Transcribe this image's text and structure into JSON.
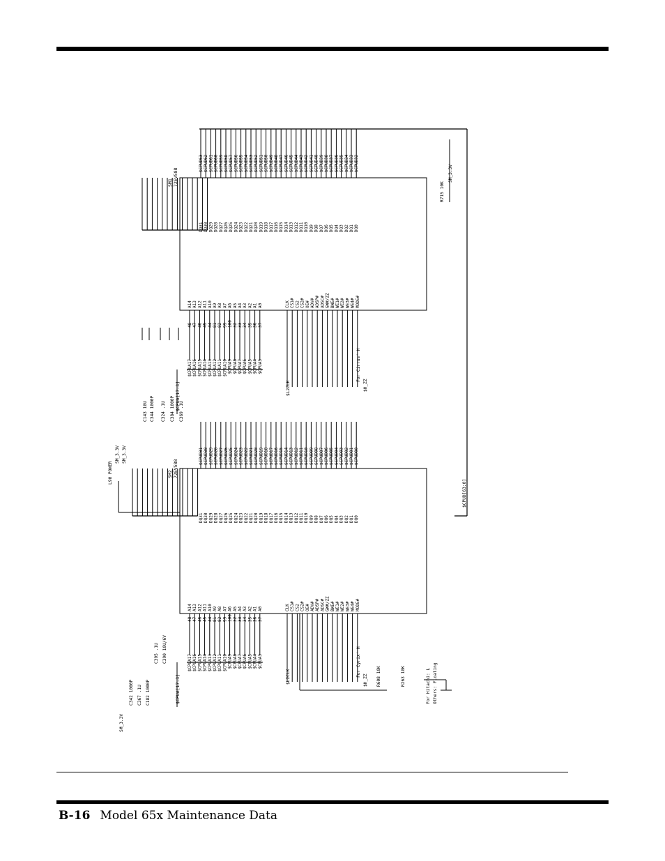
{
  "footer": {
    "page_number": "B-16",
    "title": "Model 65x Maintenance Data"
  },
  "schematic": {
    "chip1": {
      "ref": "SM1",
      "part": "72EV588",
      "left_pins": [
        {
          "pin": "48",
          "name": "A14",
          "net": "$CPUA17"
        },
        {
          "pin": "47",
          "name": "A13",
          "net": "$CPUA16"
        },
        {
          "pin": "46",
          "name": "A12",
          "net": "$CPUA15"
        },
        {
          "pin": "45",
          "name": "A11",
          "net": "$CPUA14"
        },
        {
          "pin": "44",
          "name": "A10",
          "net": "$CPUA13"
        },
        {
          "pin": "81",
          "name": "A9",
          "net": "$CPUA12"
        },
        {
          "pin": "82",
          "name": "A8",
          "net": "$CPUA11"
        },
        {
          "pin": "99",
          "name": "A7",
          "net": "$CPUA10"
        },
        {
          "pin": "100",
          "name": "A6",
          "net": "$CPUA9"
        },
        {
          "pin": "32",
          "name": "A5",
          "net": "$CPUA8"
        },
        {
          "pin": "33",
          "name": "A4",
          "net": "$CPUA7"
        },
        {
          "pin": "34",
          "name": "A3",
          "net": "$CPUA6"
        },
        {
          "pin": "35",
          "name": "A2",
          "net": "$CPUA5"
        },
        {
          "pin": "36",
          "name": "A1",
          "net": "$CPUA4"
        },
        {
          "pin": "37",
          "name": "A0",
          "net": "$CPUA3"
        }
      ],
      "ctrl_pins": [
        "CLK",
        "CS1#",
        "CS2",
        "CS2#",
        "OE#",
        "ADV#",
        "ADSP#",
        "ADSC#",
        "GW#/ZZ",
        "BWE#",
        "WE1#",
        "WE2#",
        "WE3#",
        "WE4#",
        "MODE#"
      ],
      "right_pins": [
        {
          "name": "DQ31",
          "net": "$CPUD63"
        },
        {
          "name": "DQ30",
          "net": "$CPUD62"
        },
        {
          "name": "DQ29",
          "net": "$CPUD61"
        },
        {
          "name": "DQ28",
          "net": "$CPUD60"
        },
        {
          "name": "DQ27",
          "net": "$CPUD59"
        },
        {
          "name": "DQ26",
          "net": "$CPUD58"
        },
        {
          "name": "DQ25",
          "net": "$CPUD57"
        },
        {
          "name": "DQ24",
          "net": "$CPUD56"
        },
        {
          "name": "DQ23",
          "net": "$CPUD55"
        },
        {
          "name": "DQ22",
          "net": "$CPUD54"
        },
        {
          "name": "DQ21",
          "net": "$CPUD53"
        },
        {
          "name": "DQ20",
          "net": "$CPUD52"
        },
        {
          "name": "DQ19",
          "net": "$CPUD51"
        },
        {
          "name": "DQ18",
          "net": "$CPUD50"
        },
        {
          "name": "DQ17",
          "net": "$CPUD49"
        },
        {
          "name": "DQ16",
          "net": "$CPUD48"
        },
        {
          "name": "DQ15",
          "net": "$CPUD47"
        },
        {
          "name": "DQ14",
          "net": "$CPUD46"
        },
        {
          "name": "DQ13",
          "net": "$CPUD45"
        },
        {
          "name": "DQ12",
          "net": "$CPUD44"
        },
        {
          "name": "DQ11",
          "net": "$CPUD43"
        },
        {
          "name": "DQ10",
          "net": "$CPUD42"
        },
        {
          "name": "DQ9",
          "net": "$CPUD41"
        },
        {
          "name": "DQ8",
          "net": "$CPUD40"
        },
        {
          "name": "DQ7",
          "net": "$CPUD39"
        },
        {
          "name": "DQ6",
          "net": "$CPUD38"
        },
        {
          "name": "DQ5",
          "net": "$CPUD37"
        },
        {
          "name": "DQ4",
          "net": "$CPUD36"
        },
        {
          "name": "DQ3",
          "net": "$CPUD35"
        },
        {
          "name": "DQ2",
          "net": "$CPUD34"
        },
        {
          "name": "DQ1",
          "net": "$CPUD33"
        },
        {
          "name": "DQ0",
          "net": "$CPUD32"
        }
      ],
      "bus_label": "$CPUA[17:3]",
      "clock_label": "$L2CLK",
      "mode_note": "For Cirrus' H",
      "zz_label": "$H_ZZ",
      "caps": [
        "C143 10U",
        "C344 1000P",
        "C324 .1U",
        "C384 1000P",
        "C369 .1U"
      ],
      "pullup": "R715 10K",
      "supply": "SM_3.3V"
    },
    "chip2": {
      "ref": "SM2",
      "part": "72EV588",
      "left_pins": [
        {
          "pin": "48",
          "name": "A14",
          "net": "$CPUA17"
        },
        {
          "pin": "47",
          "name": "A13",
          "net": "$CPUA16"
        },
        {
          "pin": "46",
          "name": "A12",
          "net": "$CPUA15"
        },
        {
          "pin": "45",
          "name": "A11",
          "net": "$CPUA14"
        },
        {
          "pin": "44",
          "name": "A10",
          "net": "$CPUA13"
        },
        {
          "pin": "81",
          "name": "A9",
          "net": "$CPUA12"
        },
        {
          "pin": "82",
          "name": "A8",
          "net": "$CPUA11"
        },
        {
          "pin": "99",
          "name": "A7",
          "net": "$CPUA10"
        },
        {
          "pin": "100",
          "name": "A6",
          "net": "$CPUA9"
        },
        {
          "pin": "32",
          "name": "A5",
          "net": "$CPUA8"
        },
        {
          "pin": "33",
          "name": "A4",
          "net": "$CPUA7"
        },
        {
          "pin": "34",
          "name": "A3",
          "net": "$CPUA6"
        },
        {
          "pin": "35",
          "name": "A2",
          "net": "$CPUA5"
        },
        {
          "pin": "36",
          "name": "A1",
          "net": "$CPUA4"
        },
        {
          "pin": "37",
          "name": "A0",
          "net": "$CPUA3"
        }
      ],
      "ctrl_pins": [
        "CLK",
        "CS1#",
        "CS2",
        "CS2#",
        "OE#",
        "ADV#",
        "ADSP#",
        "ADSC#",
        "GW#/ZZ",
        "BWE#",
        "WE1#",
        "WE2#",
        "WE3#",
        "WE4#",
        "MODE#"
      ],
      "right_pins": [
        {
          "name": "DQ31",
          "net": "$CPUD31"
        },
        {
          "name": "DQ30",
          "net": "$CPUD30"
        },
        {
          "name": "DQ29",
          "net": "$CPUD29"
        },
        {
          "name": "DQ28",
          "net": "$CPUD28"
        },
        {
          "name": "DQ27",
          "net": "$CPUD27"
        },
        {
          "name": "DQ26",
          "net": "$CPUD26"
        },
        {
          "name": "DQ25",
          "net": "$CPUD25"
        },
        {
          "name": "DQ24",
          "net": "$CPUD24"
        },
        {
          "name": "DQ23",
          "net": "$CPUD23"
        },
        {
          "name": "DQ22",
          "net": "$CPUD22"
        },
        {
          "name": "DQ21",
          "net": "$CPUD21"
        },
        {
          "name": "DQ20",
          "net": "$CPUD20"
        },
        {
          "name": "DQ19",
          "net": "$CPUD19"
        },
        {
          "name": "DQ18",
          "net": "$CPUD18"
        },
        {
          "name": "DQ17",
          "net": "$CPUD17"
        },
        {
          "name": "DQ16",
          "net": "$CPUD16"
        },
        {
          "name": "DQ15",
          "net": "$CPUD15"
        },
        {
          "name": "DQ14",
          "net": "$CPUD14"
        },
        {
          "name": "DQ13",
          "net": "$CPUD13"
        },
        {
          "name": "DQ12",
          "net": "$CPUD12"
        },
        {
          "name": "DQ11",
          "net": "$CPUD11"
        },
        {
          "name": "DQ10",
          "net": "$CPUD10"
        },
        {
          "name": "DQ9",
          "net": "$CPUD09"
        },
        {
          "name": "DQ8",
          "net": "$CPUD08"
        },
        {
          "name": "DQ7",
          "net": "$CPUD07"
        },
        {
          "name": "DQ6",
          "net": "$CPUD06"
        },
        {
          "name": "DQ5",
          "net": "$CPUD05"
        },
        {
          "name": "DQ4",
          "net": "$CPUD04"
        },
        {
          "name": "DQ3",
          "net": "$CPUD03"
        },
        {
          "name": "DQ2",
          "net": "$CPUD02"
        },
        {
          "name": "DQ1",
          "net": "$CPUD01"
        },
        {
          "name": "DQ0",
          "net": "$CPUD00"
        }
      ],
      "bus_label": "$CPUA[17:3]",
      "data_bus_label": "$CPUD[63:0]",
      "clock_label": "$L2CLK",
      "mode_note": "For Cyrix' H",
      "zz_label": "$H_ZZ",
      "hitachi_note": "For Hitachi: L",
      "others_note": "Others: Floating",
      "caps": [
        "C342 1000P",
        "C367 .1U",
        "C182 1000P",
        "C395 .1U",
        "C390 10U/6V"
      ],
      "resistors": [
        "R263 10K",
        "R608 10K"
      ],
      "inductor": "L90 POWER",
      "supply": "SM_3.3V"
    }
  }
}
